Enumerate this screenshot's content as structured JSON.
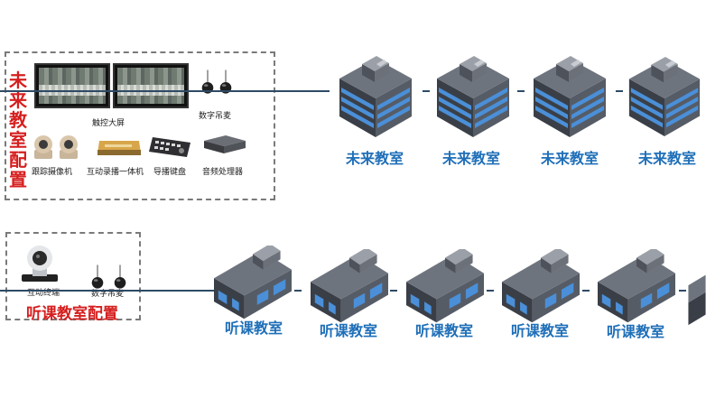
{
  "future_config": {
    "title_chars": [
      "未",
      "来",
      "教",
      "室",
      "配",
      "置"
    ],
    "label_touch_screen": "触控大屏",
    "label_digital_mic": "数字吊麦",
    "label_tracking_camera": "跟踪摄像机",
    "label_recorder": "互动录播一体机",
    "label_director_keyboard": "导播键盘",
    "label_audio_processor": "音频处理器"
  },
  "listen_config": {
    "title": "听课教室配置",
    "label_terminal": "互动终端",
    "label_digital_mic": "数字吊麦"
  },
  "future_rooms": [
    "未来教室",
    "未来教室",
    "未来教室",
    "未来教室"
  ],
  "listen_rooms": [
    "听课教室",
    "听课教室",
    "听课教室",
    "听课教室",
    "听课教室"
  ],
  "colors": {
    "accent_red": "#d61f1f",
    "label_blue": "#1f6fb8",
    "line": "#2e4a66",
    "building_blue": "#4a8fd8"
  }
}
